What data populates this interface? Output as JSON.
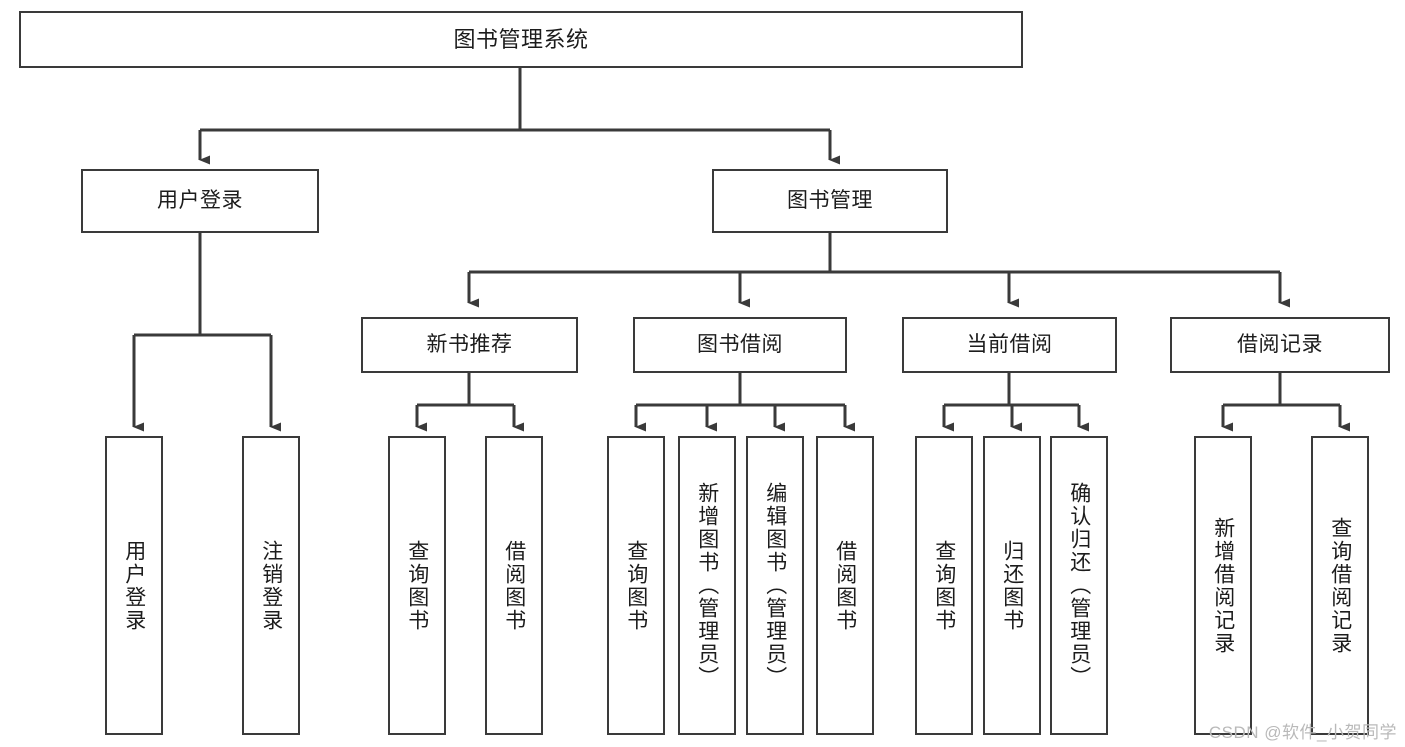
{
  "diagram": {
    "title": "图书管理系统",
    "type": "tree-hierarchy-chart",
    "stroke_color": "#3a3a3a",
    "background_color": "#ffffff",
    "text_color": "#1c1c1c"
  },
  "watermark": {
    "text": "CSDN @软件_小贺同学",
    "color": "#b9b9b9"
  },
  "nodes": {
    "root": {
      "label": "图书管理系统"
    },
    "level2": [
      {
        "label": "用户登录"
      },
      {
        "label": "图书管理"
      }
    ],
    "level3": [
      {
        "label": "新书推荐"
      },
      {
        "label": "图书借阅"
      },
      {
        "label": "当前借阅"
      },
      {
        "label": "借阅记录"
      }
    ],
    "leaves": {
      "user_login": [
        {
          "label": "用户登录"
        },
        {
          "label": "注销登录"
        }
      ],
      "new_book_recommend": [
        {
          "label": "查询图书"
        },
        {
          "label": "借阅图书"
        }
      ],
      "book_borrow": [
        {
          "label": "查询图书"
        },
        {
          "label": "新增图书（管理员）"
        },
        {
          "label": "编辑图书（管理员）"
        },
        {
          "label": "借阅图书"
        }
      ],
      "current_borrow": [
        {
          "label": "查询图书"
        },
        {
          "label": "归还图书"
        },
        {
          "label": "确认归还（管理员）"
        }
      ],
      "borrow_records": [
        {
          "label": "新增借阅记录"
        },
        {
          "label": "查询借阅记录"
        }
      ]
    }
  }
}
